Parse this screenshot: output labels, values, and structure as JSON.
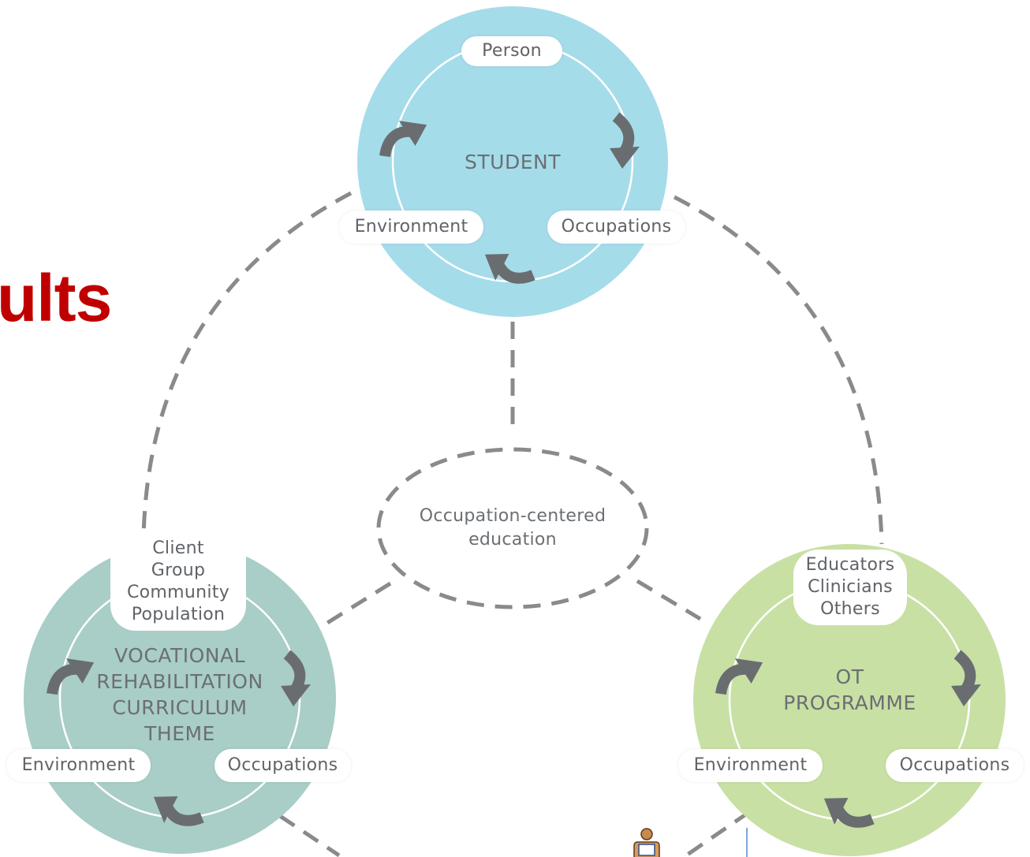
{
  "title_fragment": "ults",
  "colors": {
    "title": "#c00000",
    "student_circle": "#a5dcea",
    "vocational_circle": "#a9cdc7",
    "ot_circle": "#c8e0a4",
    "arrows": "#6a6d70",
    "dashed_lines": "#8a8a8a",
    "label_text": "#5f6368"
  },
  "student": {
    "title": "STUDENT",
    "person": "Person",
    "environment": "Environment",
    "occupations": "Occupations"
  },
  "center": {
    "lines": [
      "Occupation-centered",
      "education"
    ]
  },
  "vocational": {
    "title_lines": [
      "VOCATIONAL",
      "REHABILITATION",
      "CURRICULUM",
      "THEME"
    ],
    "client_lines": [
      "Client",
      "Group",
      "Community",
      "Population"
    ],
    "environment": "Environment",
    "occupations": "Occupations"
  },
  "ot": {
    "title_lines": [
      "OT",
      "PROGRAMME"
    ],
    "people_lines": [
      "Educators",
      "Clinicians",
      "Others"
    ],
    "environment": "Environment",
    "occupations": "Occupations"
  },
  "icons": [
    "curved-arrow-icon",
    "reader-figure-icon"
  ]
}
